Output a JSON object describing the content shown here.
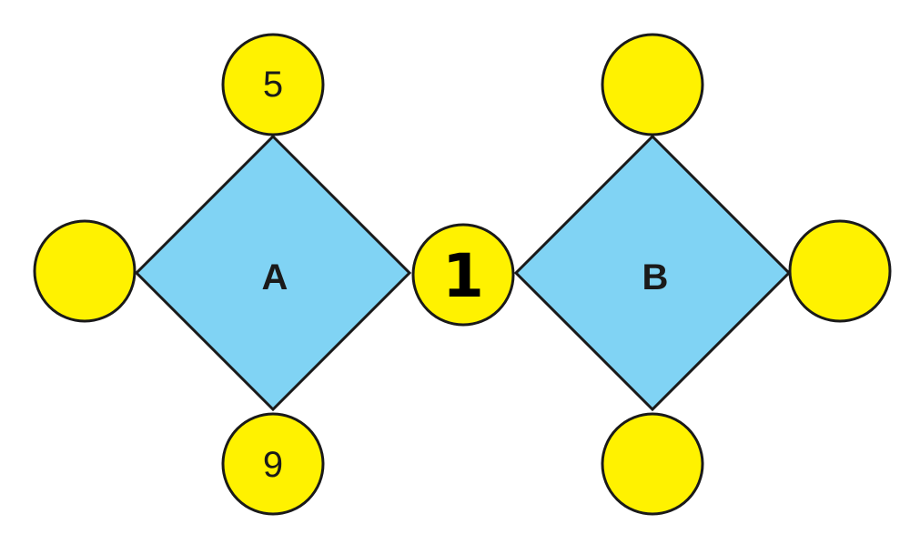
{
  "colors": {
    "diamond_fill": "#80d3f4",
    "node_fill": "#fff200",
    "stroke": "#1a1a1a"
  },
  "diamonds": [
    {
      "id": "A",
      "label": "A"
    },
    {
      "id": "B",
      "label": "B"
    }
  ],
  "nodes": {
    "a_top": "5",
    "a_left": "",
    "a_bottom": "9",
    "shared": "1",
    "b_top": "",
    "b_right": "",
    "b_bottom": ""
  }
}
